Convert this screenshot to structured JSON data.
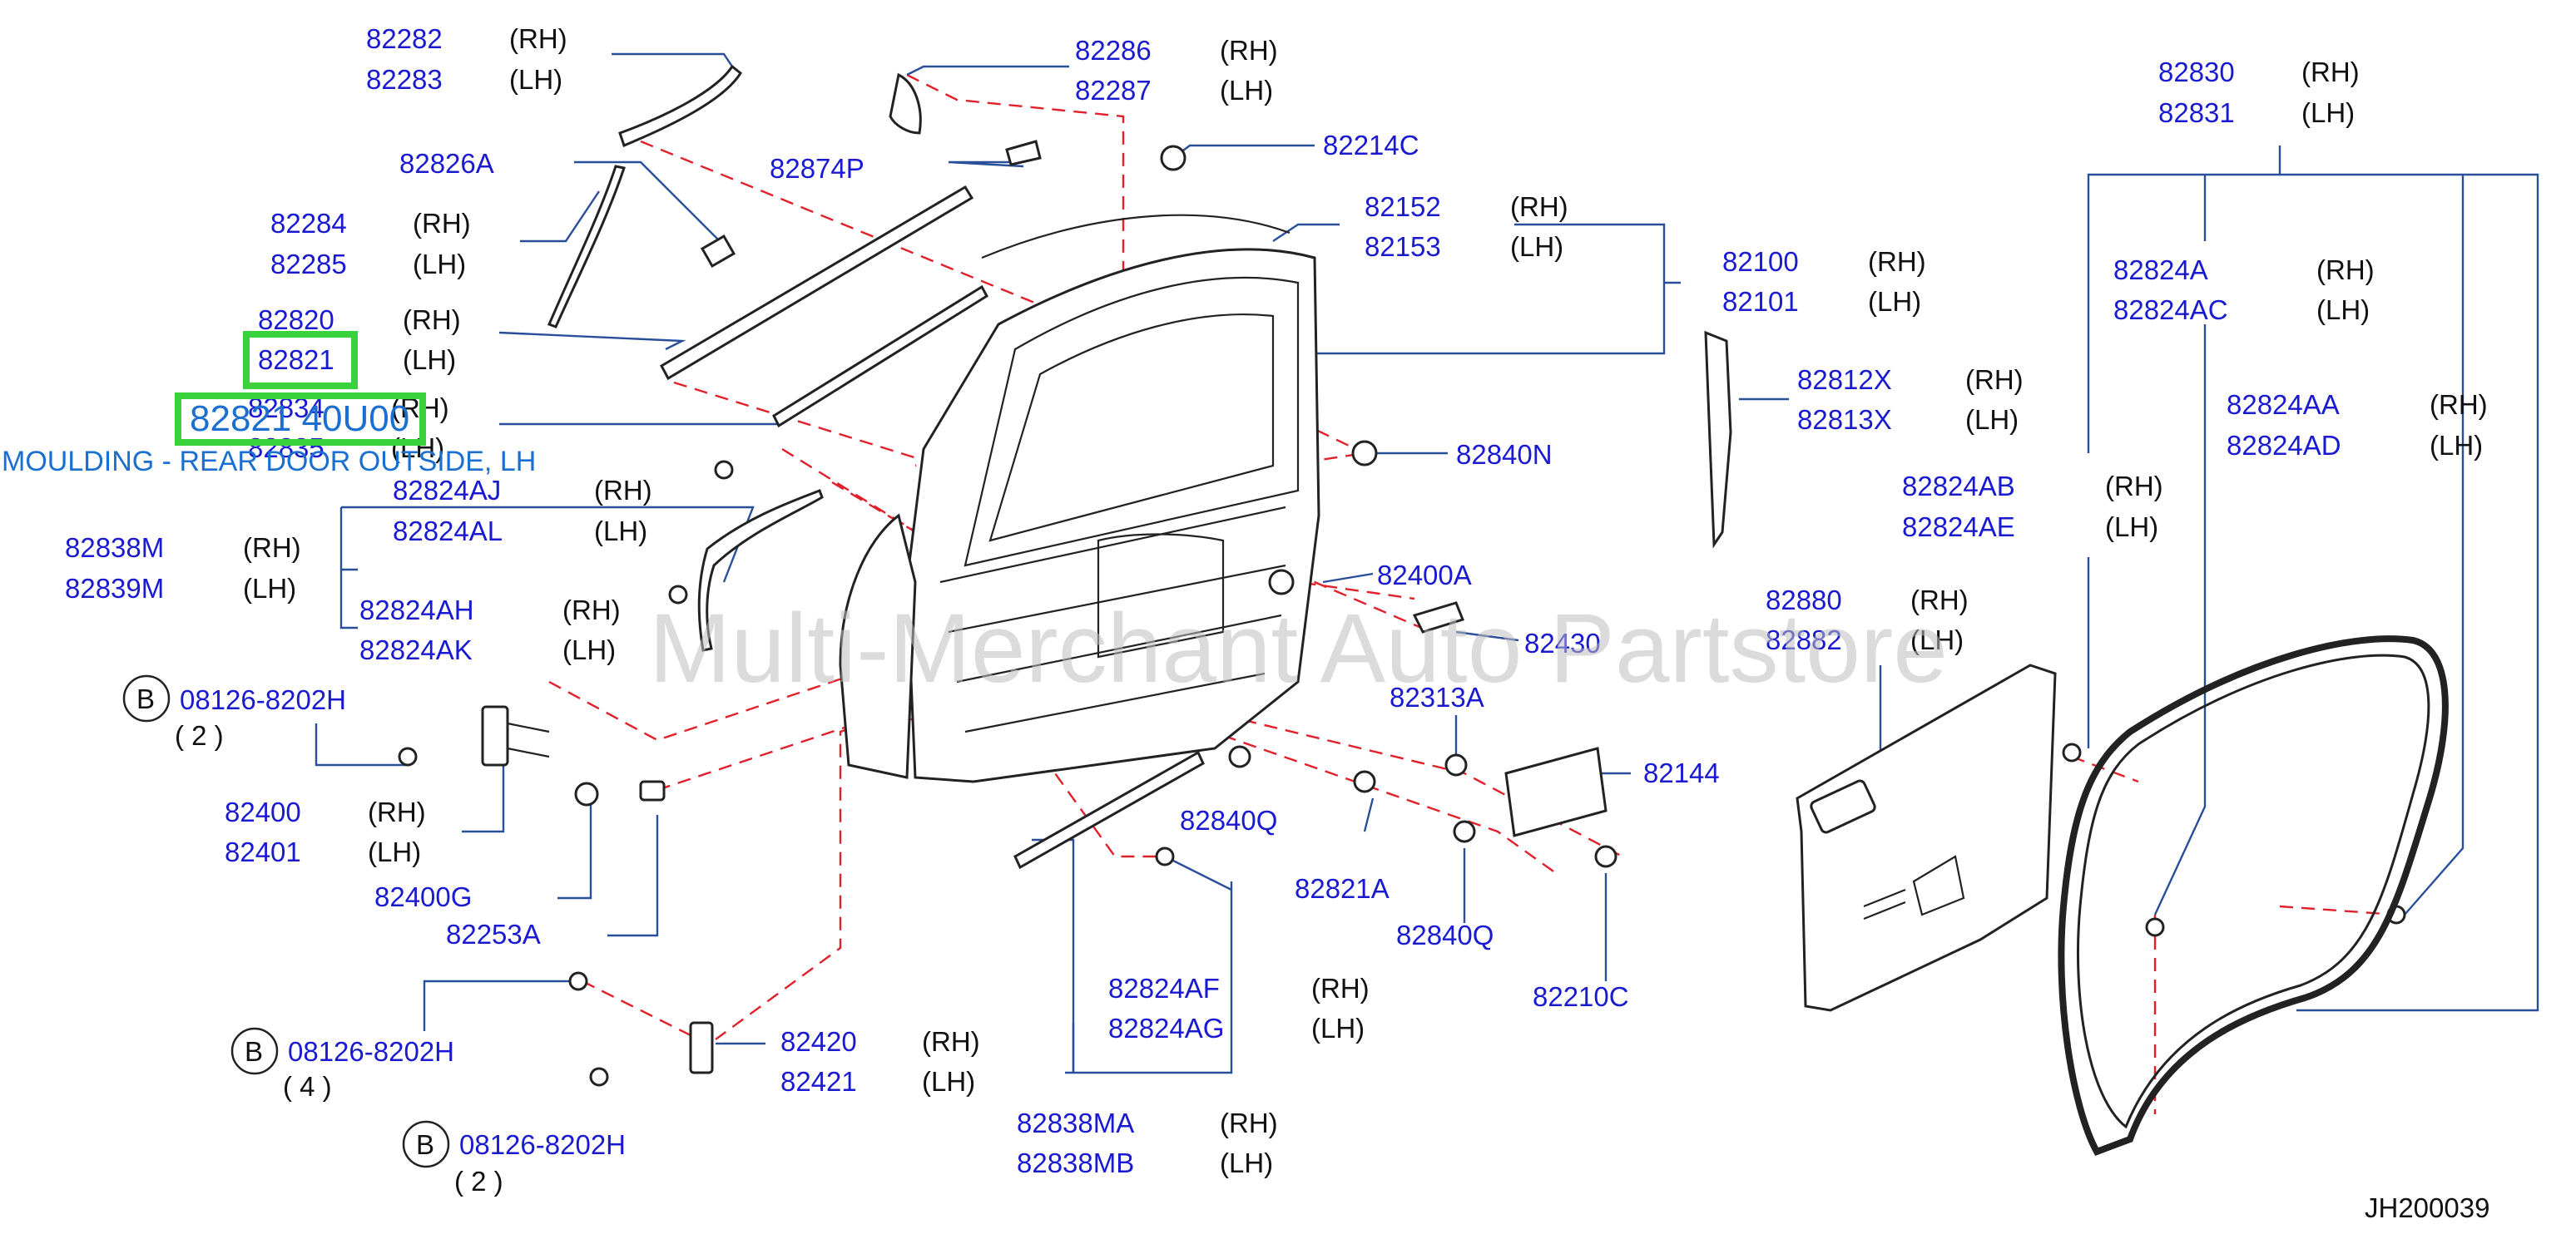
{
  "watermark": "Multi-Merchant Auto Partstore",
  "diagram_code": "JH200039",
  "highlight": {
    "part_number": "82821 40U00",
    "description": "MOULDING - REAR DOOR OUTSIDE, LH",
    "selected_callout": "82821",
    "color": "#39d23c"
  },
  "colors": {
    "part_number": "#1a1ad0",
    "leader": "#2a4f9a",
    "phantom_line": "#e2202a",
    "highlight_text": "#1a6fd0"
  },
  "callouts": {
    "c82282": "82282",
    "c82283": "82283",
    "c82286": "82286",
    "c82287": "82287",
    "c82214C": "82214C",
    "c82826A": "82826A",
    "c82874P": "82874P",
    "c82284": "82284",
    "c82285": "82285",
    "c82152": "82152",
    "c82153": "82153",
    "c82100": "82100",
    "c82101": "82101",
    "c82820": "82820",
    "c82821": "82821",
    "c82834": "82834",
    "c82835": "82835",
    "c82812X": "82812X",
    "c82813X": "82813X",
    "c82840N": "82840N",
    "c82824AJ": "82824AJ",
    "c82824AL": "82824AL",
    "c82838M": "82838M",
    "c82839M": "82839M",
    "c82824AH": "82824AH",
    "c82824AK": "82824AK",
    "c82400A": "82400A",
    "c82430": "82430",
    "c08126a": "08126-8202H",
    "c08126b": "08126-8202H",
    "c08126c": "08126-8202H",
    "c82313A": "82313A",
    "c82144": "82144",
    "c82400": "82400",
    "c82401": "82401",
    "c82840Q1": "82840Q",
    "c82840Q2": "82840Q",
    "c82400G": "82400G",
    "c82821A": "82821A",
    "c82253A": "82253A",
    "c82210C": "82210C",
    "c82824AF": "82824AF",
    "c82824AG": "82824AG",
    "c82420": "82420",
    "c82421": "82421",
    "c82838MA": "82838MA",
    "c82838MB": "82838MB",
    "c82830": "82830",
    "c82831": "82831",
    "c82824A": "82824A",
    "c82824AC": "82824AC",
    "c82824AA": "82824AA",
    "c82824AD": "82824AD",
    "c82824AB": "82824AB",
    "c82824AE": "82824AE",
    "c82880": "82880",
    "c82882": "82882"
  },
  "sides": {
    "rh": "(RH)",
    "lh": "(LH)"
  },
  "ref_circle": "B",
  "qty": {
    "q2a": "( 2 )",
    "q4": "( 4 )",
    "q2b": "( 2 )"
  }
}
